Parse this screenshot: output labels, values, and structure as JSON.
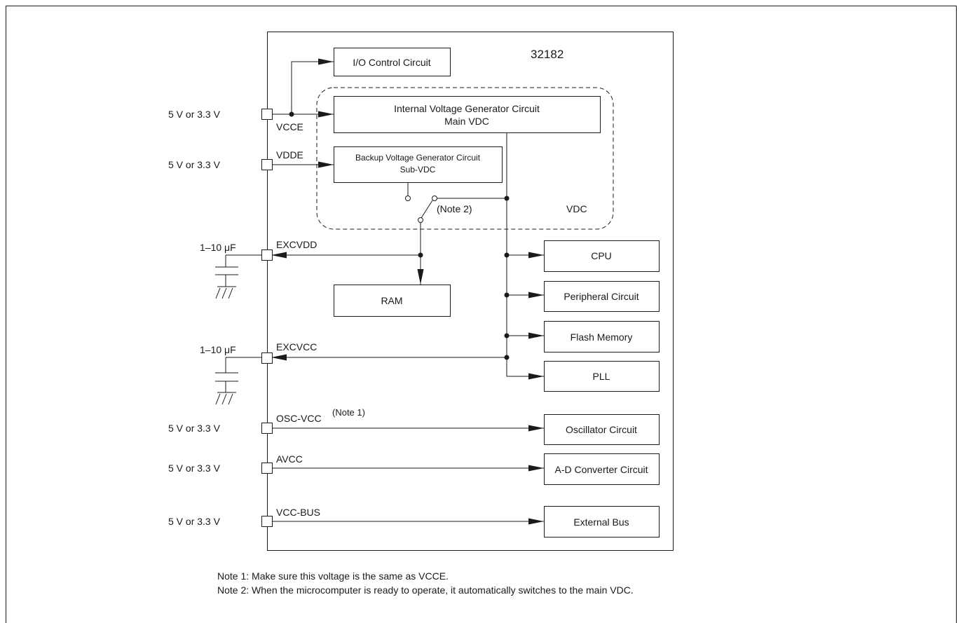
{
  "chip_label": "32182",
  "boxes": {
    "io_control": "I/O Control Circuit",
    "main_vdc_line1": "Internal Voltage Generator Circuit",
    "main_vdc_line2": "Main VDC",
    "sub_vdc_line1": "Backup Voltage Generator Circuit",
    "sub_vdc_line2": "Sub-VDC",
    "ram": "RAM",
    "cpu": "CPU",
    "peripheral": "Peripheral Circuit",
    "flash": "Flash Memory",
    "pll": "PLL",
    "oscillator": "Oscillator Circuit",
    "adc": "A-D Converter Circuit",
    "external_bus": "External Bus"
  },
  "vdc_region_label": "VDC",
  "switch_note": "(Note 2)",
  "pins": {
    "vcce": "VCCE",
    "vdde": "VDDE",
    "excvdd": "EXCVDD",
    "excvcc": "EXCVCC",
    "osc_vcc": "OSC-VCC",
    "osc_vcc_note": "(Note 1)",
    "avcc": "AVCC",
    "vcc_bus": "VCC-BUS"
  },
  "supply_labels": {
    "vcce": "5 V or 3.3 V",
    "vdde": "5 V or 3.3 V",
    "excvdd_cap": "1–10 μF",
    "excvcc_cap": "1–10 μF",
    "osc_vcc": "5 V or 3.3 V",
    "avcc": "5 V or 3.3 V",
    "vcc_bus": "5 V or 3.3 V"
  },
  "notes": {
    "note1": "Note 1: Make sure this voltage is the same as VCCE.",
    "note2": "Note 2: When the microcomputer is ready to operate, it automatically switches to the main VDC."
  }
}
